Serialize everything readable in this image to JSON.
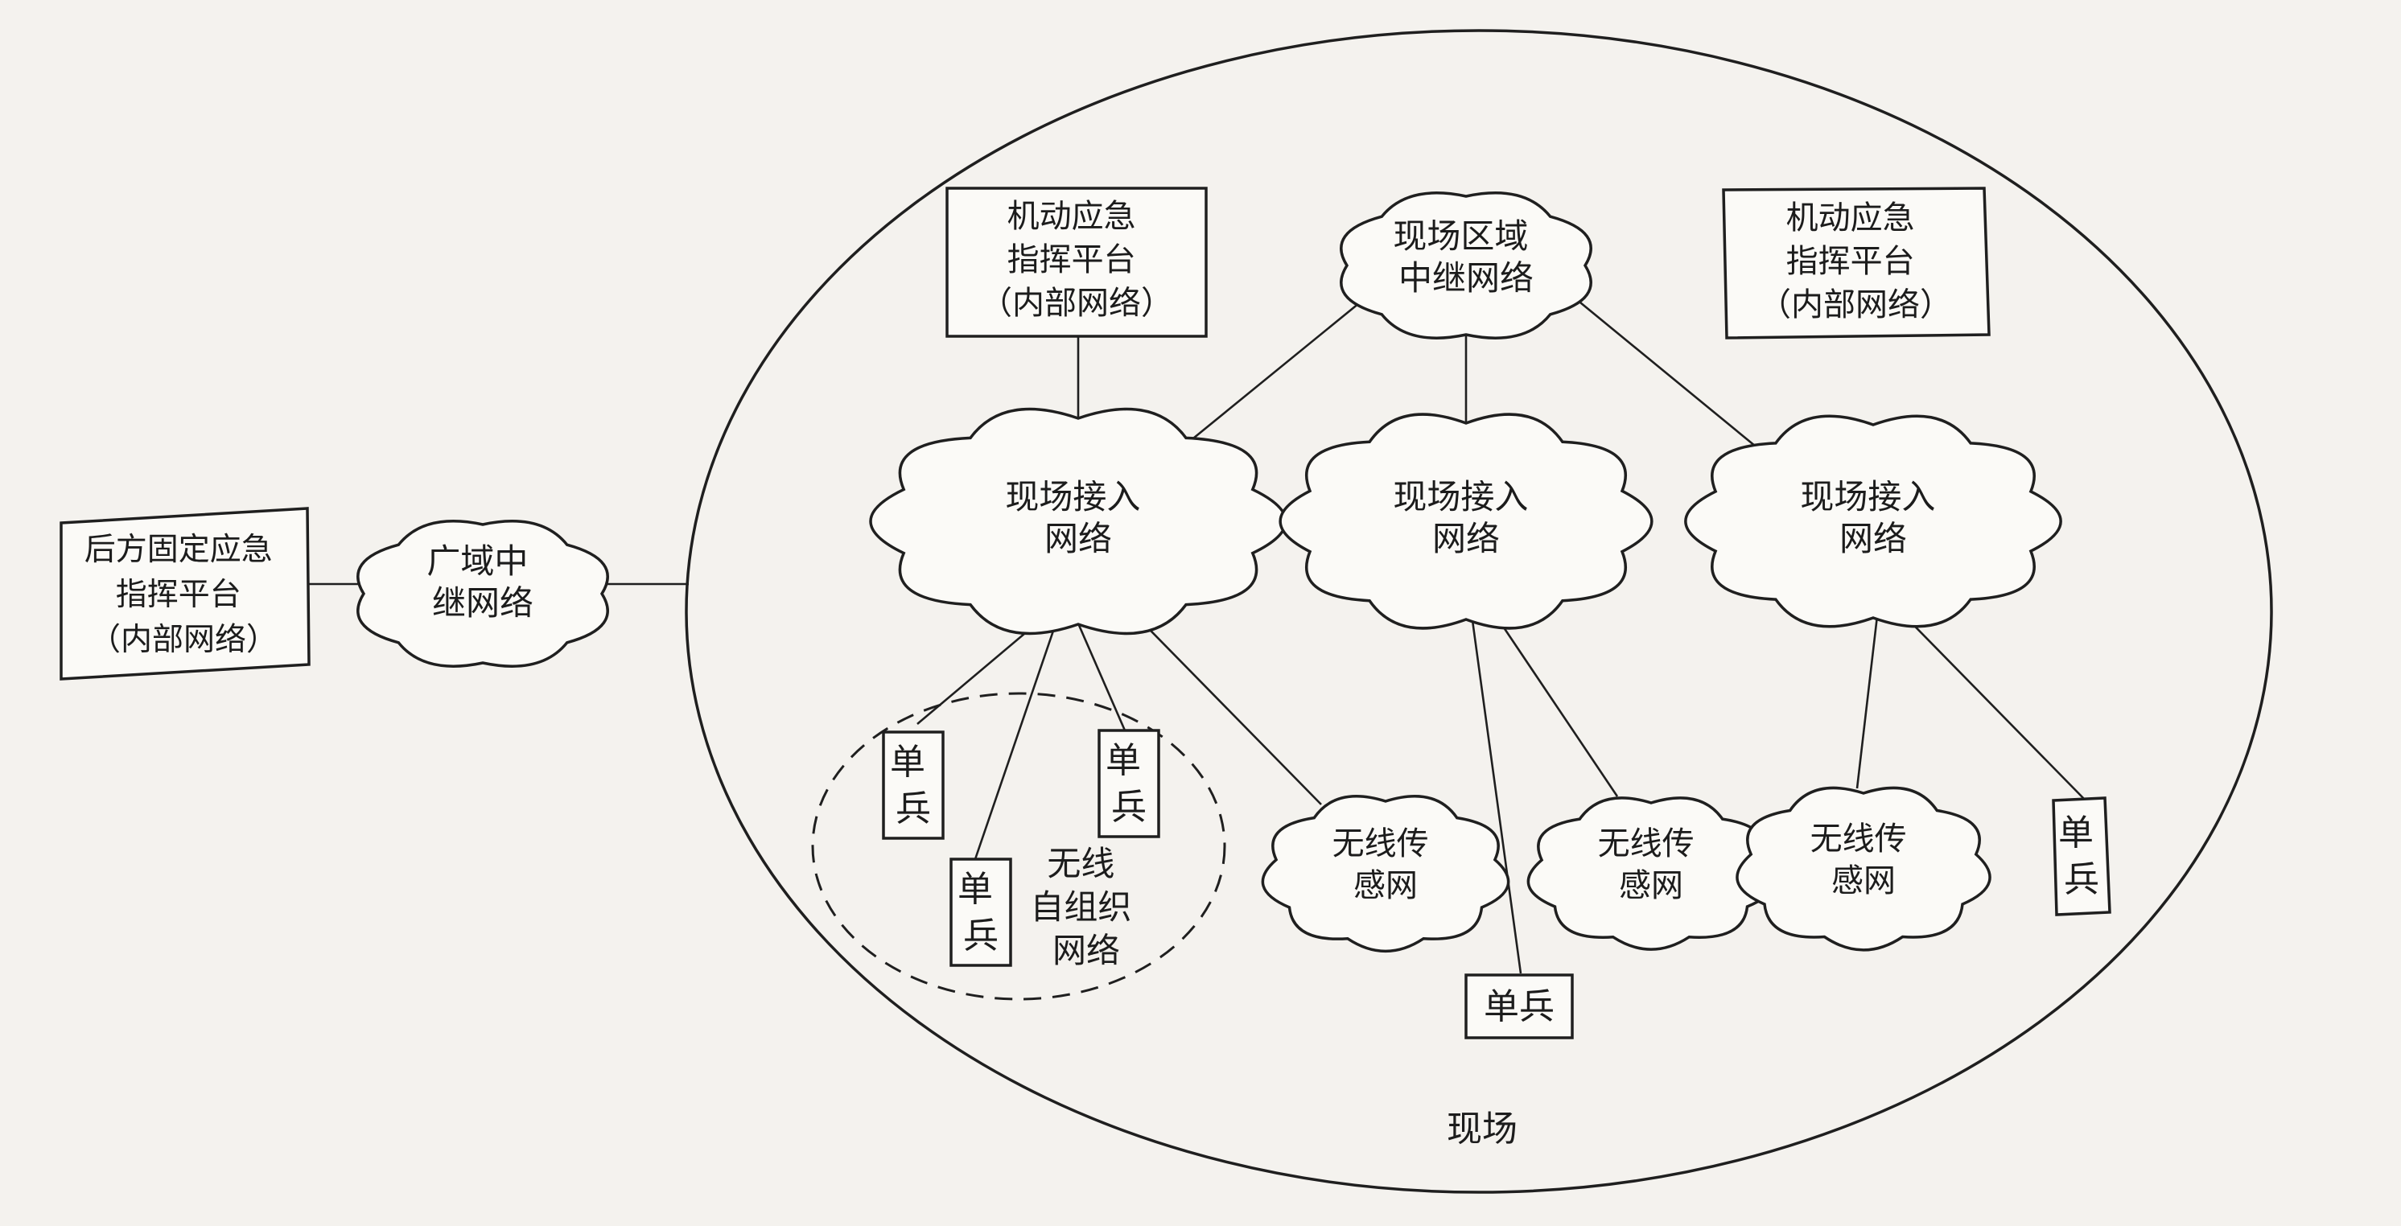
{
  "background_color": "#f4f2ee",
  "line_color": "#1f1f1f",
  "nodes": {
    "rear_platform": {
      "lines": [
        "后方固定应急",
        "指挥平台",
        "（内部网络）"
      ]
    },
    "wan_relay": {
      "lines": [
        "广域中",
        "继网络"
      ]
    },
    "mobile_platform_left": {
      "lines": [
        "机动应急",
        "指挥平台",
        "（内部网络）"
      ]
    },
    "mobile_platform_right": {
      "lines": [
        "机动应急",
        "指挥平台",
        "（内部网络）"
      ]
    },
    "site_area_relay": {
      "lines": [
        "现场区域",
        "中继网络"
      ]
    },
    "access_left": {
      "lines": [
        "现场接入",
        "网络"
      ]
    },
    "access_mid": {
      "lines": [
        "现场接入",
        "网络"
      ]
    },
    "access_right": {
      "lines": [
        "现场接入",
        "网络"
      ]
    },
    "adhoc_network": {
      "lines": [
        "无线",
        "自组织",
        "网络"
      ]
    },
    "soldier_a": {
      "chars": [
        "单",
        "兵"
      ]
    },
    "soldier_b": {
      "chars": [
        "单",
        "兵"
      ]
    },
    "soldier_c": {
      "chars": [
        "单",
        "兵"
      ]
    },
    "soldier_d": {
      "text": "单兵"
    },
    "soldier_e": {
      "chars": [
        "单",
        "兵"
      ]
    },
    "sensor_left": {
      "lines": [
        "无线传",
        "感网"
      ]
    },
    "sensor_mid": {
      "lines": [
        "无线传",
        "感网"
      ]
    },
    "sensor_right": {
      "lines": [
        "无线传",
        "感网"
      ]
    }
  },
  "site_label": "现场"
}
